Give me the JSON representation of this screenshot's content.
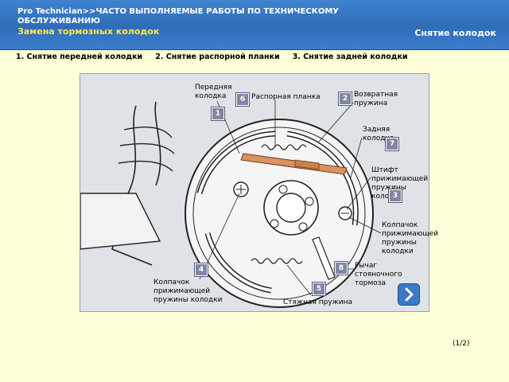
{
  "header": {
    "breadcrumb": "Pro Technician>>ЧАСТО ВЫПОЛНЯЕМЫЕ РАБОТЫ ПО ТЕХНИЧЕСКОМУ ОБСЛУЖИВАНИЮ",
    "title": "Замена тормозных колодок",
    "subtitle": "Снятие колодок"
  },
  "steps": [
    "1. Снятие передней колодки",
    "2. Снятие распорной планки",
    "3. Снятие задней колодки"
  ],
  "figure": {
    "labels": {
      "front_shoe": "Передняя колодка",
      "strut": "Распорная планка",
      "return_spring": "Возвратная пружина",
      "rear_shoe": "Задняя колодка",
      "hold_down_pin": "Штифт прижимающей пружины колодки",
      "hold_down_cup_right": "Колпачок прижимающей пружины колодки",
      "parking_lever": "Рычаг стояночного тормоза",
      "hold_down_cup_left": "Колпачок прижимающей пружины колодки",
      "tension_spring": "Стяжная пружина"
    },
    "badges": [
      "6",
      "2",
      "1",
      "7",
      "3",
      "8",
      "4",
      "5"
    ],
    "colors": {
      "strut": "#d9935e",
      "badge": "#7f87a3"
    }
  },
  "navigation": {
    "next_icon": "chevron-right-icon",
    "page": "(1/2)"
  }
}
